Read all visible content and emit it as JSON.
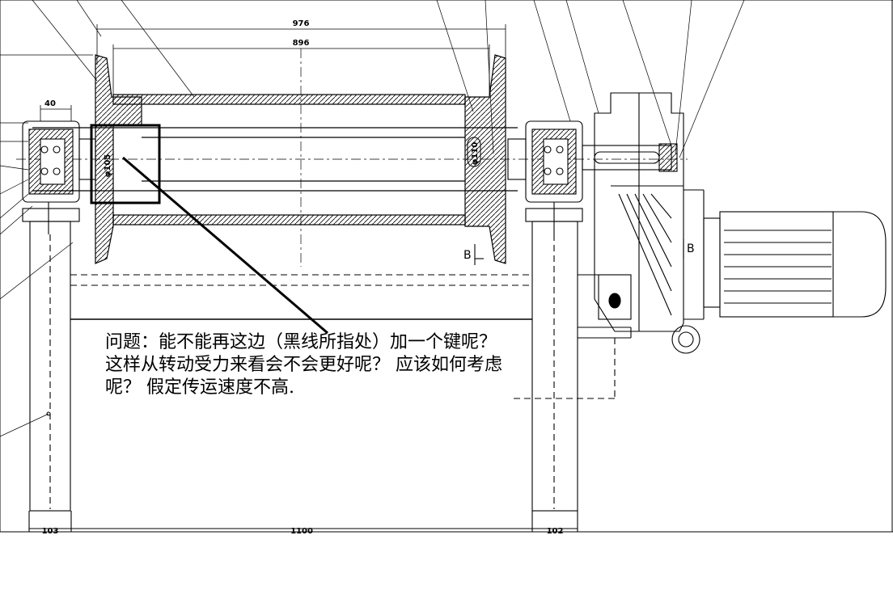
{
  "dimensions": {
    "overall_drum_width": "976",
    "inner_drum_width": "896",
    "bearing_offset": "40",
    "shaft_diameter_left": "φ105",
    "shaft_diameter_right": "φ110",
    "left_leg_width": "103",
    "frame_span": "1100",
    "right_leg_width": "102"
  },
  "section_labels": {
    "section_b_left": "B",
    "section_b_right": "B"
  },
  "question": {
    "text": "问题：能不能再这边（黑线所指处）加一个键呢？ 这样从转动受力来看会不会更好呢？ 应该如何考虑呢？ 假定传运速度不高."
  }
}
